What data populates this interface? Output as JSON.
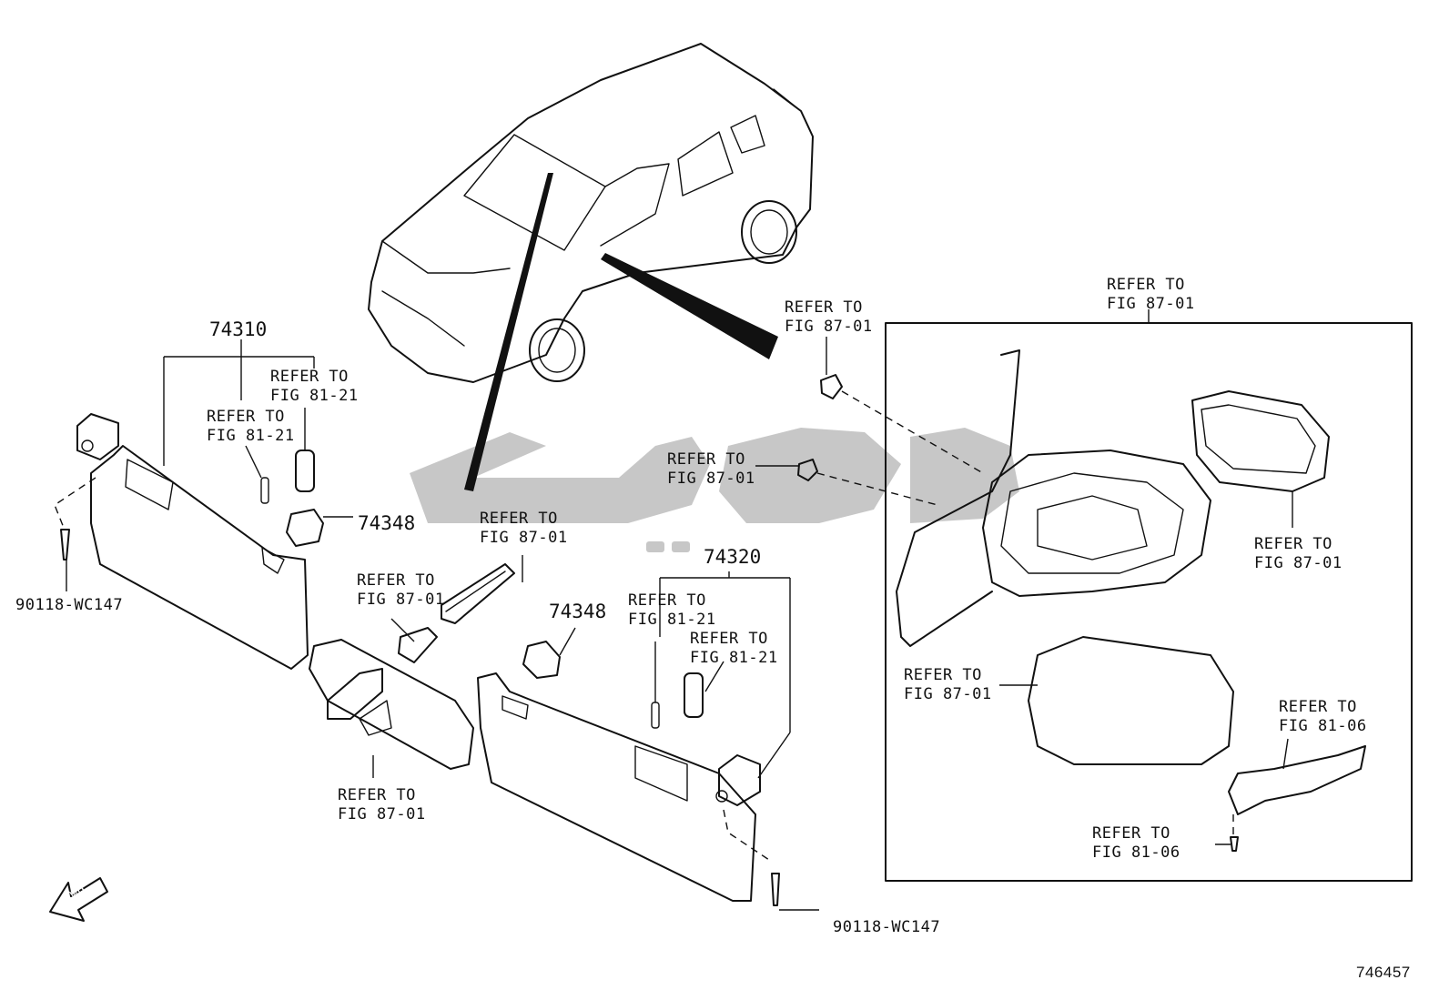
{
  "labels": {
    "refer_87_01": "REFER TO\nFIG 87-01",
    "refer_81_21": "REFER TO\nFIG 81-21",
    "refer_81_06": "REFER TO\nFIG 81-06",
    "part_74310": "74310",
    "part_74320": "74320",
    "part_74348": "74348",
    "part_90118": "90118-WC147",
    "fwd": "FWD",
    "illustration_no": "746457"
  }
}
